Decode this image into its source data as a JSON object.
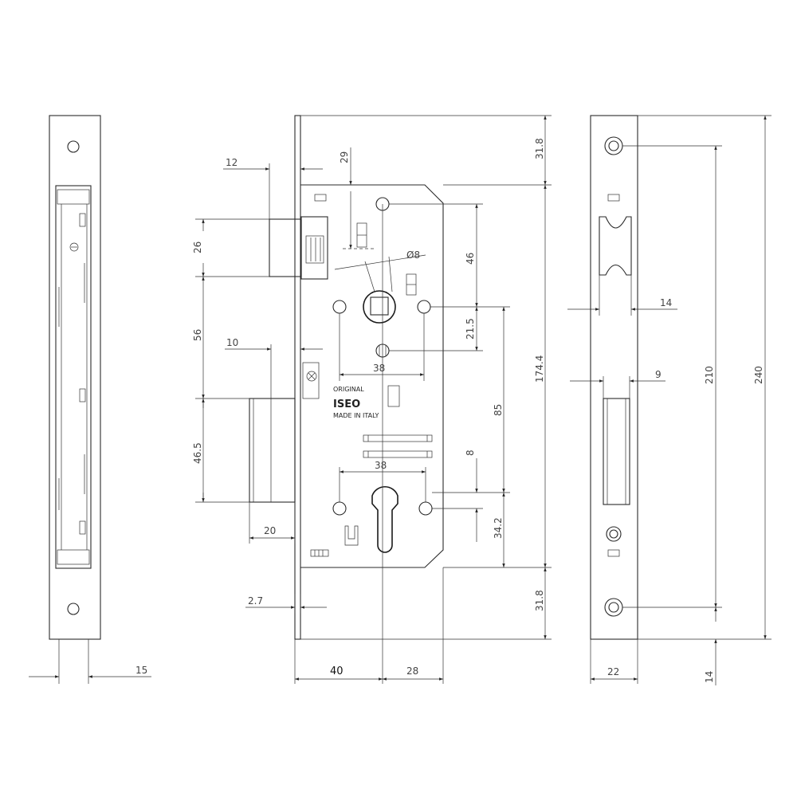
{
  "brand": {
    "line1": "ORIGINAL",
    "logo": "ISEO",
    "line3": "MADE IN ITALY"
  },
  "dimensions": {
    "d12": "12",
    "d29": "29",
    "d26": "26",
    "d56": "56",
    "d10": "10",
    "d46_5": "46.5",
    "d20": "20",
    "d2_7": "2.7",
    "d15": "15",
    "d40": "40",
    "d28": "28",
    "d31_8_top": "31.8",
    "d31_8_bottom": "31.8",
    "d174_4": "174.4",
    "d46": "46",
    "d8_dia": "Ø8",
    "d21_5": "21.5",
    "d38_top": "38",
    "d85": "85",
    "d8": "8",
    "d38_bottom": "38",
    "d34_2": "34.2",
    "d14_side": "14",
    "d9": "9",
    "d210": "210",
    "d240": "240",
    "d22": "22",
    "d14_bottom": "14"
  }
}
